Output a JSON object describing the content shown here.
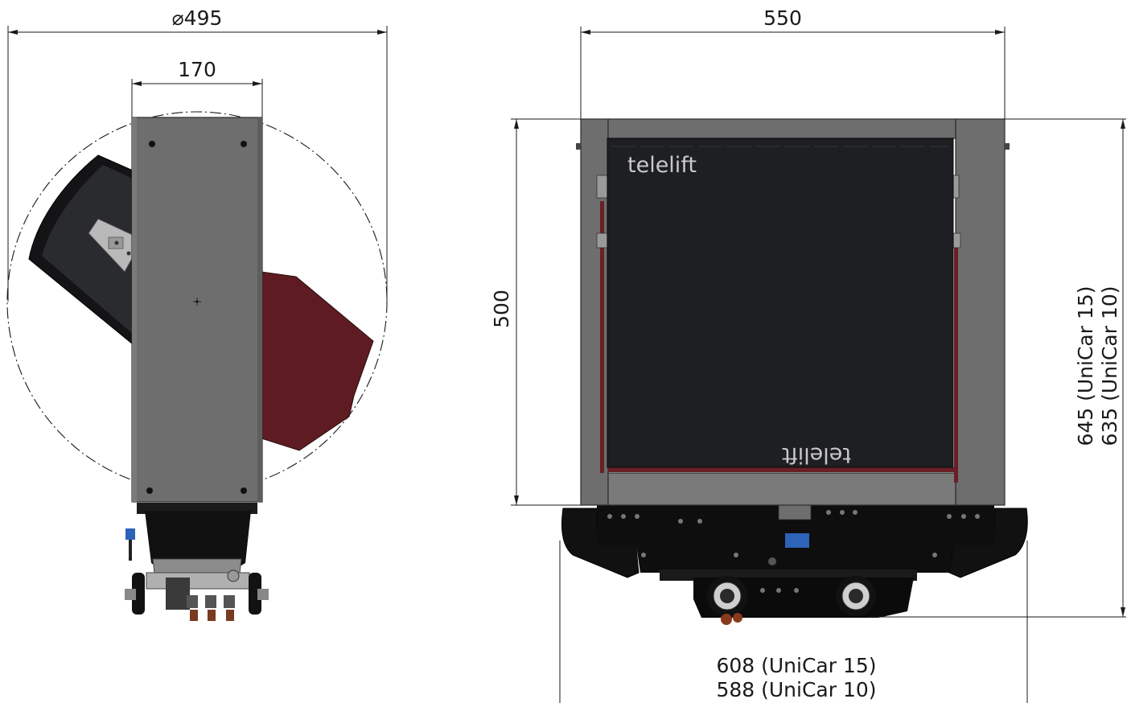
{
  "dimensions": {
    "side_sweep_diameter": "⌀495",
    "side_width": "170",
    "front_width": "550",
    "front_height": "500",
    "overall_height_15": "645 (UniCar 15)",
    "overall_height_10": "635 (UniCar 10)",
    "overall_width_15": "608 (UniCar 15)",
    "overall_width_10": "588 (UniCar 10)"
  },
  "brand": {
    "top": "telelift",
    "bottom_rotated": "telelift"
  },
  "colors": {
    "body_grey": "#6e6e6e",
    "panel_dark": "#1e1f22",
    "maroon": "#5e1c22",
    "line": "#1a1a1a"
  }
}
